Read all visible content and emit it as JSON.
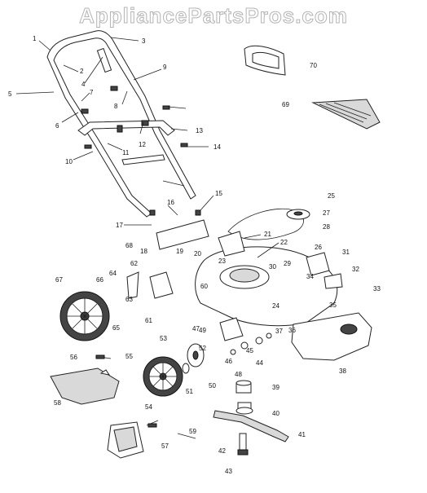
{
  "header": {
    "watermark": "AppliancePartsPros.com"
  },
  "callouts": [
    "1",
    "2",
    "3",
    "4",
    "5",
    "6",
    "7",
    "8",
    "9",
    "10",
    "11",
    "12",
    "13",
    "14",
    "15",
    "16",
    "17",
    "18",
    "19",
    "20",
    "21",
    "22",
    "23",
    "24",
    "25",
    "26",
    "27",
    "28",
    "29",
    "30",
    "31",
    "32",
    "33",
    "34",
    "35",
    "36",
    "37",
    "38",
    "39",
    "40",
    "41",
    "42",
    "43",
    "44",
    "45",
    "46",
    "47",
    "48",
    "49",
    "50",
    "51",
    "52",
    "53",
    "54",
    "55",
    "56",
    "57",
    "58",
    "59",
    "60",
    "61",
    "62",
    "63",
    "64",
    "65",
    "66",
    "67",
    "68",
    "69",
    "70"
  ]
}
